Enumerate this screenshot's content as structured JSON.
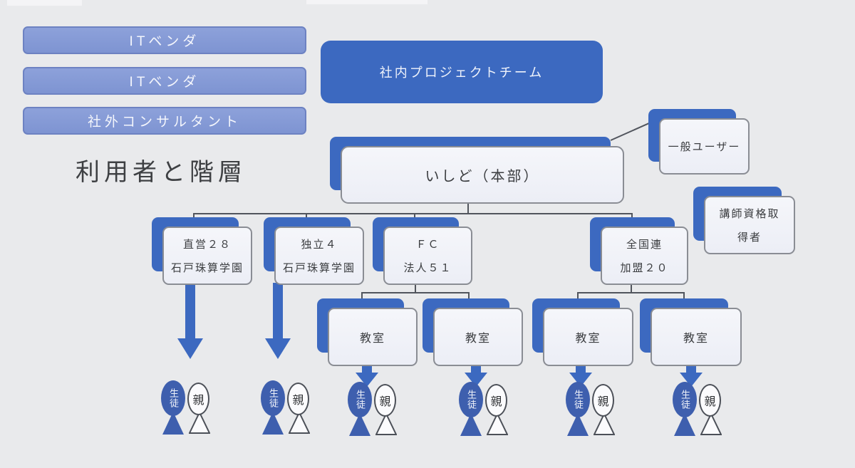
{
  "colors": {
    "background": "#e9eaec",
    "accent_blue": "#3c69c0",
    "bar_blue": "#8398d6",
    "card_face": "#f1f3f9",
    "card_border": "#8a8d94",
    "line": "#51555d",
    "person_blue": "#3e5fae",
    "text_dark": "#3b3d40"
  },
  "title": {
    "label": "利用者と階層"
  },
  "sidebar_bars": [
    {
      "label": "ITベンダ"
    },
    {
      "label": "ITベンダ"
    },
    {
      "label": "社外コンサルタント"
    }
  ],
  "org": {
    "project_team": {
      "label": "社内プロジェクトチーム"
    },
    "general_user": {
      "label": "一般ユーザー"
    },
    "instructor": {
      "line1": "講師資格取",
      "line2": "得者"
    },
    "headquarters": {
      "label": "いしど（本部）"
    },
    "branches": [
      {
        "line1": "直営２８",
        "line2": "石戸珠算学園"
      },
      {
        "line1": "独立４",
        "line2": "石戸珠算学園"
      },
      {
        "line1": "ＦＣ",
        "line2": "法人５１"
      },
      {
        "line1": "全国連",
        "line2": "加盟２０"
      }
    ],
    "classrooms": [
      {
        "label": "教室"
      },
      {
        "label": "教室"
      },
      {
        "label": "教室"
      },
      {
        "label": "教室"
      }
    ],
    "person_pairs": [
      {
        "student": "生徒",
        "parent": "親"
      },
      {
        "student": "生徒",
        "parent": "親"
      },
      {
        "student": "生徒",
        "parent": "親"
      },
      {
        "student": "生徒",
        "parent": "親"
      },
      {
        "student": "生徒",
        "parent": "親"
      },
      {
        "student": "生徒",
        "parent": "親"
      }
    ]
  }
}
